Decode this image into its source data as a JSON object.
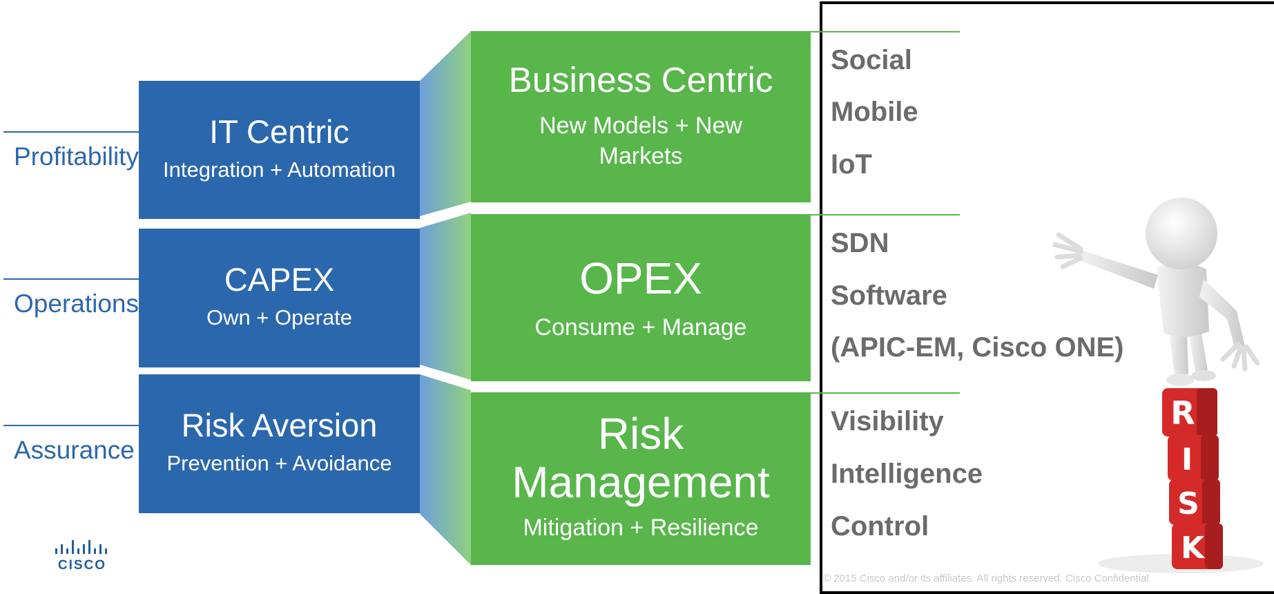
{
  "colors": {
    "blue": "#2b67ad",
    "green": "#58b64b",
    "gray_text": "#6b6b6b",
    "risk_red": "#d42a2a"
  },
  "left_labels": [
    {
      "label": "Profitability"
    },
    {
      "label": "Operations"
    },
    {
      "label": "Assurance"
    }
  ],
  "blue_boxes": [
    {
      "title": "IT Centric",
      "subtitle": "Integration + Automation"
    },
    {
      "title": "CAPEX",
      "subtitle": "Own + Operate"
    },
    {
      "title": "Risk Aversion",
      "subtitle": "Prevention + Avoidance"
    }
  ],
  "green_boxes": [
    {
      "title": "Business Centric",
      "subtitle_line1": "New Models + New",
      "subtitle_line2": "Markets"
    },
    {
      "title": "OPEX",
      "subtitle": "Consume + Manage"
    },
    {
      "title_line1": "Risk",
      "title_line2": "Management",
      "subtitle": "Mitigation + Resilience"
    }
  ],
  "right_groups": [
    {
      "items": [
        "Social",
        "Mobile",
        "IoT"
      ]
    },
    {
      "items": [
        "SDN",
        "Software",
        "(APIC-EM, Cisco ONE)"
      ]
    },
    {
      "items": [
        "Visibility",
        "Intelligence",
        "Control"
      ]
    }
  ],
  "risk_blocks": [
    "R",
    "I",
    "S",
    "K"
  ],
  "logo": {
    "text": "CISCO",
    "icon": "cisco-logo-bars"
  },
  "figure_icon": "person-balancing-on-risk-blocks",
  "copyright": "© 2015 Cisco and/or its affiliates. All rights reserved. Cisco Confidential"
}
